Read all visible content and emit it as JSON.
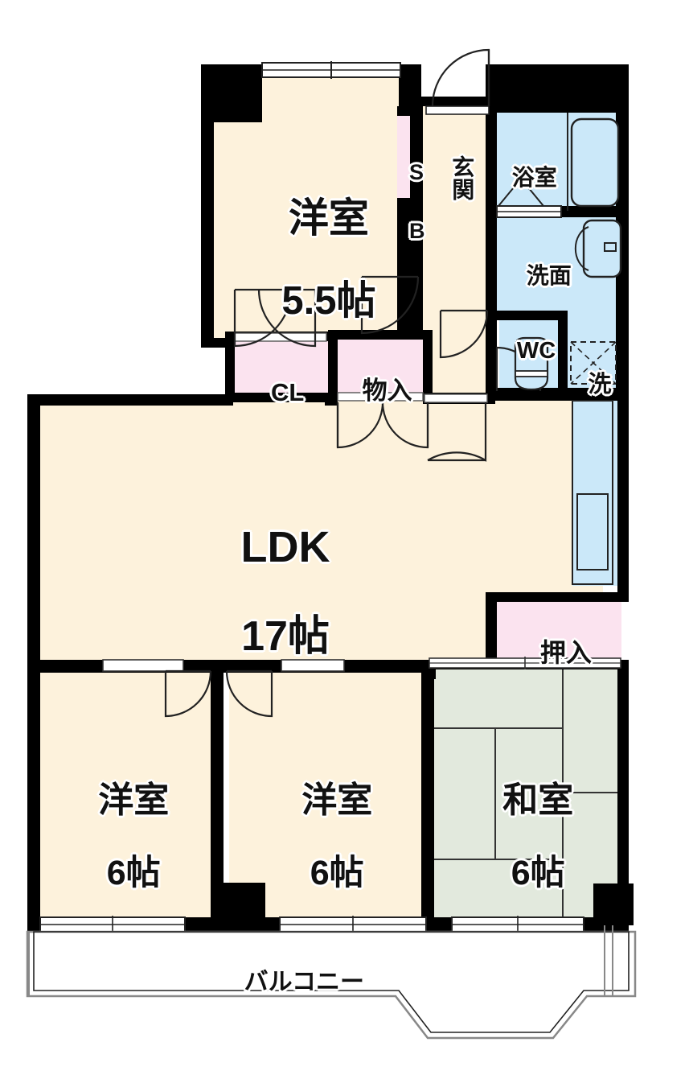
{
  "plan": {
    "type": "apartment-floor-plan",
    "layout_code": "4LDK",
    "colors": {
      "room_floor": "#fdf2dc",
      "tatami_floor": "#e2e9dd",
      "wet_area": "#cbe8f9",
      "closet_pink": "#fbe3ef",
      "wall_black": "#000000",
      "outline": "#111111",
      "balcony": "#ffffff",
      "window_white": "#ffffff"
    },
    "rooms": [
      {
        "id": "bed-55",
        "name": "洋室",
        "size": "5.5帖",
        "floor": "room_floor"
      },
      {
        "id": "ldk",
        "name": "LDK",
        "size": "17帖",
        "floor": "room_floor"
      },
      {
        "id": "bed-6-l",
        "name": "洋室",
        "size": "6帖",
        "floor": "room_floor"
      },
      {
        "id": "bed-6-r",
        "name": "洋室",
        "size": "6帖",
        "floor": "room_floor"
      },
      {
        "id": "washitsu",
        "name": "和室",
        "size": "6帖",
        "floor": "tatami_floor"
      }
    ],
    "spaces": [
      {
        "id": "genkan",
        "label": "玄関",
        "floor": "room_floor"
      },
      {
        "id": "sb",
        "label": "SB",
        "floor": "closet_pink",
        "note": "shoe box, two lines"
      },
      {
        "id": "yokushitsu",
        "label": "浴室",
        "floor": "wet_area"
      },
      {
        "id": "senmen",
        "label": "洗面",
        "floor": "wet_area"
      },
      {
        "id": "wc",
        "label": "WC",
        "floor": "wet_area"
      },
      {
        "id": "sentaku",
        "label": "洗",
        "floor": "wet_area",
        "note": "washer pan, dashed with X"
      },
      {
        "id": "cl",
        "label": "CL",
        "floor": "closet_pink"
      },
      {
        "id": "monoire",
        "label": "物入",
        "floor": "closet_pink"
      },
      {
        "id": "oshiire",
        "label": "押入",
        "floor": "closet_pink"
      },
      {
        "id": "balcony",
        "label": "バルコニー",
        "floor": "balcony"
      }
    ],
    "label_text": {
      "bed_55_line1": "洋室",
      "bed_55_line2": "5.5帖",
      "ldk_line1": "LDK",
      "ldk_line2": "17帖",
      "bed_6l_line1": "洋室",
      "bed_6l_line2": "6帖",
      "bed_6r_line1": "洋室",
      "bed_6r_line2": "6帖",
      "washitsu_line1": "和室",
      "washitsu_line2": "6帖",
      "sb_line1": "S",
      "sb_line2": "B",
      "genkan": "玄関",
      "yokushitsu": "浴室",
      "senmen": "洗面",
      "wc": "WC",
      "sentaku": "洗",
      "cl": "CL",
      "monoire": "物入",
      "oshiire": "押入",
      "balcony": "バルコニー"
    }
  }
}
